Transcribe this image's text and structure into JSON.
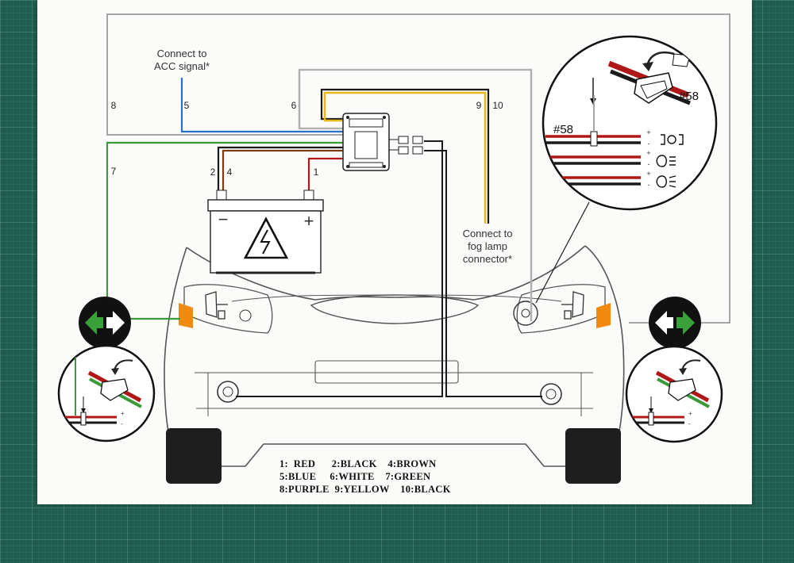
{
  "labels": {
    "acc_signal_line1": "Connect to",
    "acc_signal_line2": "ACC signal*",
    "fog_lamp_line1": "Connect to",
    "fog_lamp_line2": "fog lamp",
    "fog_lamp_line3": "connector*"
  },
  "wire_numbers": {
    "w1": "1",
    "w2": "2",
    "w4": "4",
    "w5": "5",
    "w6": "6",
    "w7": "7",
    "w8": "8",
    "w9": "9",
    "w10": "10"
  },
  "battery": {
    "minus": "−",
    "plus": "+"
  },
  "inset_right": {
    "tag_top": "#58",
    "tag_bottom": "#58",
    "plus": "+",
    "minus": "-"
  },
  "legend": {
    "row1": "1:  RED      2:BLACK    4:BROWN",
    "row2": "5:BLUE     6:WHITE    7:GREEN",
    "row3": "8:PURPLE  9:YELLOW    10:BLACK"
  },
  "colors": {
    "red": "#b01818",
    "black": "#1a1a1a",
    "brown": "#7a3e12",
    "blue": "#2a6fc8",
    "white": "#c8c8c8",
    "green": "#3a9a3a",
    "purple": "#9a9aa0",
    "yellow": "#e6b81a",
    "turn_arrow": "#3aa03a",
    "amber": "#f08a10"
  }
}
